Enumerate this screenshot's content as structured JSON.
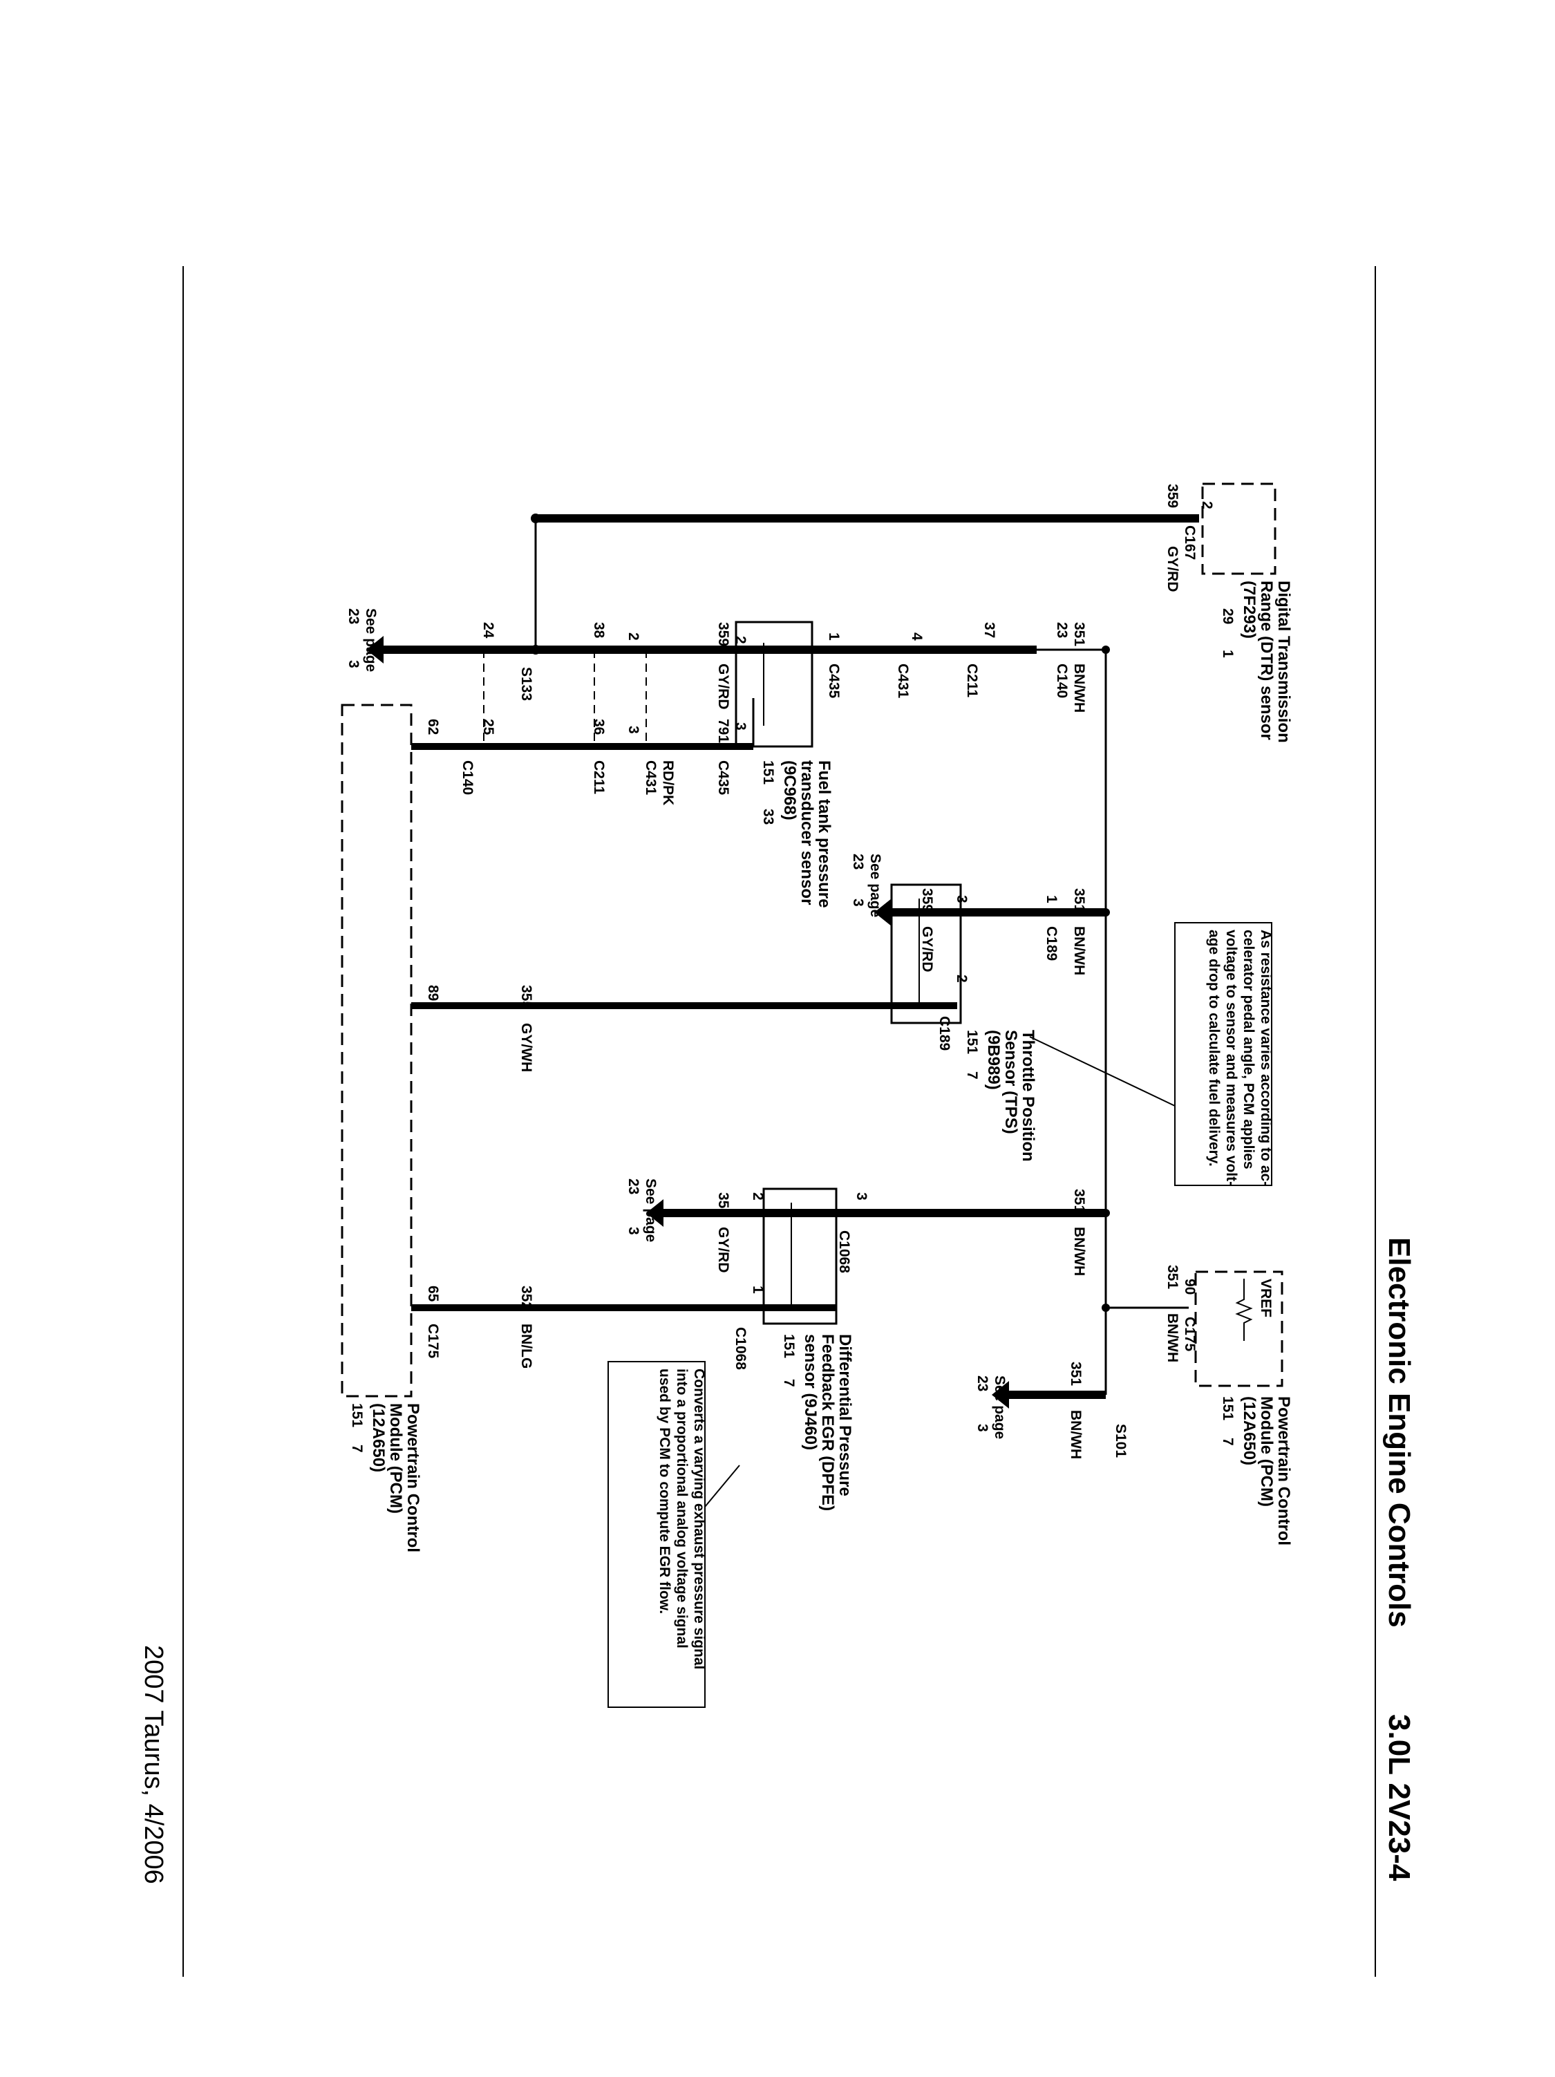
{
  "header": {
    "title": "Electronic Engine Controls",
    "page_number": "3.0L 2V23-4",
    "footer": "2007 Taurus, 4/2006"
  },
  "components": {
    "dtr": {
      "name_l1": "Digital Transmission",
      "name_l2": "Range (DTR) sensor",
      "name_l3": "(7F293)",
      "ref_a": "29",
      "ref_b": "1"
    },
    "pcm_top": {
      "name_l1": "Powertrain Control",
      "name_l2": "Module (PCM)",
      "name_l3": "(12A650)",
      "ref_a": "151",
      "ref_b": "7",
      "vref": "VREF"
    },
    "ftpt": {
      "name_l1": "Fuel tank pressure",
      "name_l2": "transducer sensor",
      "name_l3": "(9C968)",
      "ref_a": "151",
      "ref_b": "33"
    },
    "tps": {
      "name_l1": "Throttle Position",
      "name_l2": "Sensor (TPS)",
      "name_l3": "(9B989)",
      "ref_a": "151",
      "ref_b": "7"
    },
    "dpfe": {
      "name_l1": "Differential Pressure",
      "name_l2": "Feedback EGR (DPFE)",
      "name_l3": "sensor (9J460)",
      "ref_a": "151",
      "ref_b": "7"
    },
    "pcm_bottom": {
      "name_l1": "Powertrain Control",
      "name_l2": "Module (PCM)",
      "name_l3": "(12A650)",
      "ref_a": "151",
      "ref_b": "7"
    }
  },
  "notes": {
    "tps_note": [
      "As resistance varies according to ac-",
      "celerator pedal angle, PCM applies",
      "voltage to sensor and measures volt-",
      "age drop to calculate fuel delivery."
    ],
    "dpfe_note": [
      "Converts a varying exhaust pressure signal",
      "into a proportional analog voltage signal",
      "used by PCM to compute EGR flow."
    ]
  },
  "see_page": {
    "label": "See page",
    "page": "23",
    "sub": "3"
  },
  "wires": {
    "gy_rd": "GY/RD",
    "bn_wh": "BN/WH",
    "gy_wh": "GY/WH",
    "bn_lg": "BN/LG",
    "rd_pk": "RD/PK",
    "c359": "359",
    "c351": "351",
    "c355": "355",
    "c352": "352",
    "c791": "791"
  },
  "connectors": {
    "c167": "C167",
    "c140": "C140",
    "c211": "C211",
    "c431": "C431",
    "c435": "C435",
    "c189": "C189",
    "c1068": "C1068",
    "c175": "C175",
    "s101": "S101",
    "s133": "S133"
  },
  "pins": {
    "p2": "2",
    "p23": "23",
    "p37": "37",
    "p4": "4",
    "p1": "1",
    "p3": "3",
    "p38": "38",
    "p24": "24",
    "p62": "62",
    "p25": "25",
    "p36": "36",
    "p89": "89",
    "p65": "65",
    "p90": "90"
  }
}
